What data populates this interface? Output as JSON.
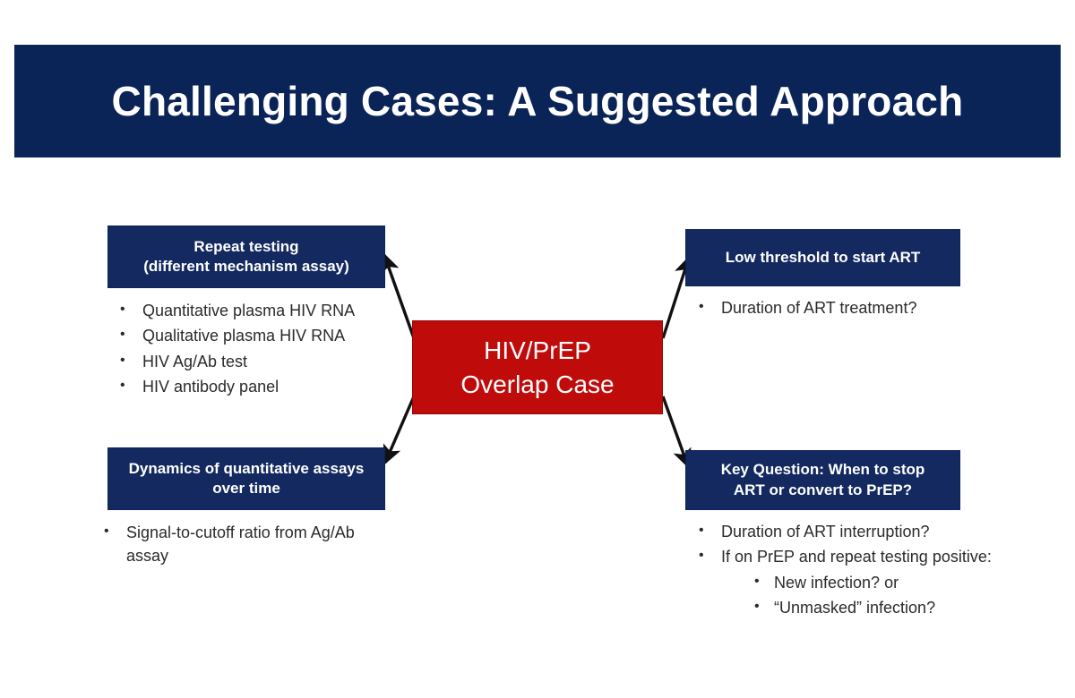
{
  "slide": {
    "title": "Challenging Cases: A Suggested Approach",
    "colors": {
      "title_bar_navy": "#0A2458",
      "box_navy": "#13295F",
      "center_red": "#C00B0B",
      "background": "#FFFFFF",
      "body_text": "#2B2B2B"
    }
  },
  "center": {
    "line1": "HIV/PrEP",
    "line2": "Overlap Case"
  },
  "quadrants": {
    "top_left": {
      "heading_line1": "Repeat testing",
      "heading_line2": "(different mechanism assay)",
      "bullets": [
        "Quantitative plasma HIV RNA",
        "Qualitative plasma HIV RNA",
        "HIV Ag/Ab test",
        "HIV antibody panel"
      ]
    },
    "bottom_left": {
      "heading_line1": "Dynamics of quantitative assays",
      "heading_line2": "over time",
      "bullets": [
        "Signal-to-cutoff ratio from Ag/Ab assay"
      ]
    },
    "top_right": {
      "heading_line1": "Low threshold to start ART",
      "bullets": [
        "Duration of ART treatment?"
      ]
    },
    "bottom_right": {
      "heading_line1": "Key Question: When to stop",
      "heading_line2": "ART or convert to PrEP?",
      "bullets": [
        "Duration of ART interruption?",
        "If on PrEP and repeat testing positive:"
      ],
      "sub_bullets": [
        "New infection? or",
        "“Unmasked” infection?"
      ]
    }
  },
  "markers": {
    "bullet": "•",
    "sub_bullet": "•"
  }
}
